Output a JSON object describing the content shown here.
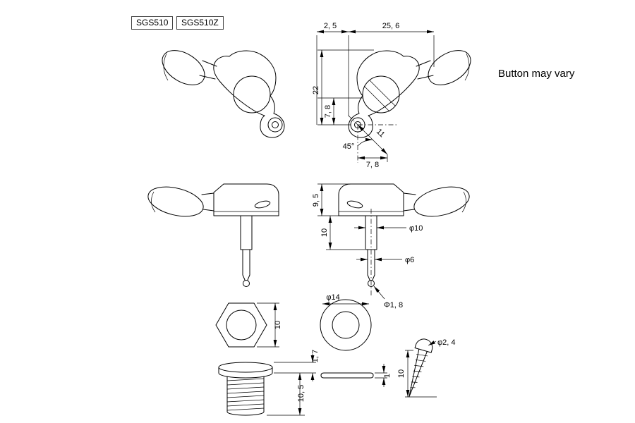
{
  "header": {
    "model_1": "SGS510",
    "model_2": "SGS510Z",
    "note": "Button may vary"
  },
  "dims": {
    "side": {
      "width_small": "2, 5",
      "width_total": "25, 6",
      "height_total": "22",
      "height_offset": "7, 8",
      "angle": "45°",
      "diagonal": "11",
      "bottom_offset": "7, 8"
    },
    "front": {
      "housing_height": "9, 5",
      "post_length": "10",
      "post_dia": "φ10",
      "shaft_dia": "φ6",
      "tip_dia": "Φ1, 8"
    },
    "nut": {
      "size": "10"
    },
    "washer": {
      "dia": "φ14",
      "thickness": "1"
    },
    "bushing": {
      "flange_height": "1, 7",
      "total_length": "10, 5"
    },
    "screw": {
      "dia": "φ2, 4",
      "length": "10"
    }
  }
}
